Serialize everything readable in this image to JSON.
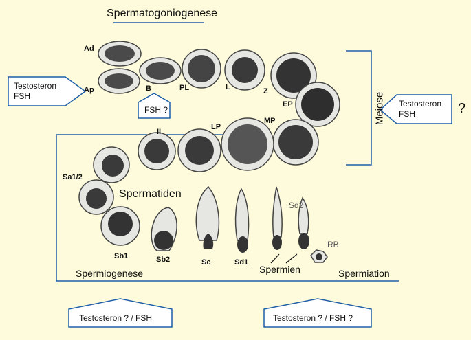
{
  "title": "Spermatogoniogenese",
  "meiosis_label": "Meiose",
  "spermiogenesis_label": "Spermiogenese",
  "spermiation_label": "Spermiation",
  "spermatids_label": "Spermatiden",
  "spermia_label": "Spermien",
  "question_mark": "?",
  "cells": {
    "ad": "Ad",
    "ap": "Ap",
    "b": "B",
    "pl": "PL",
    "l": "L",
    "z": "Z",
    "ep": "EP",
    "mp": "MP",
    "lp": "LP",
    "ii": "II",
    "sa12": "Sa1/2",
    "sb1": "Sb1",
    "sb2": "Sb2",
    "sc": "Sc",
    "sd1": "Sd1",
    "sd2": "Sd2",
    "rb": "RB"
  },
  "hormones": {
    "left_line1": "Testosteron",
    "left_line2": "FSH",
    "fsh_q": "FSH ?",
    "right_line1": "Testosteron",
    "right_line2": "FSH",
    "bottom_left": "Testosteron ? / FSH",
    "bottom_right": "Testosteron ? / FSH ?"
  },
  "colors": {
    "background": "#fdfbdc",
    "line_blue": "#1f5fa8",
    "cell_fill": "#e6e6e2",
    "nucleus": "#3a3a3a"
  }
}
